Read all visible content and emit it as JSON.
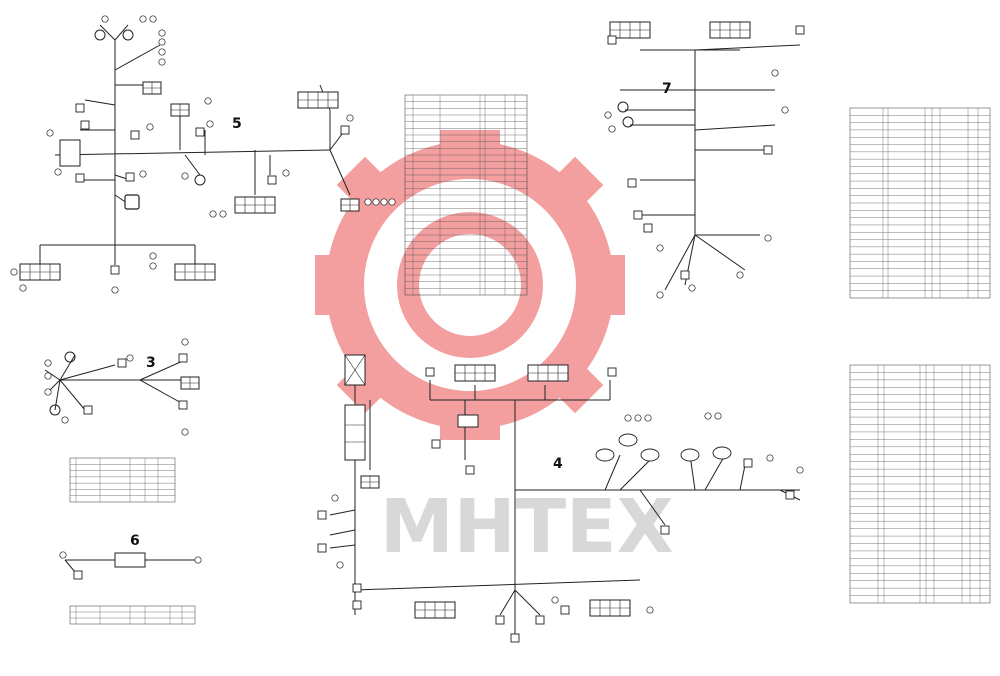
{
  "diagram": {
    "harness_labels": [
      "5",
      "7",
      "3",
      "4",
      "6"
    ],
    "watermark": {
      "text": "МНТЕХ",
      "logo_color": "#f08080",
      "text_color": "#cfcfcf"
    },
    "line_color": "#222222"
  }
}
